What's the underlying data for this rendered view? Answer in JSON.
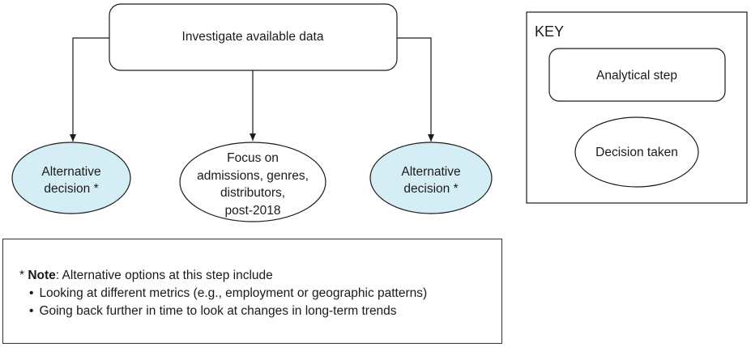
{
  "main_step": {
    "label": "Investigate available data"
  },
  "decisions": {
    "left": {
      "lines": [
        "Alternative",
        "decision *"
      ]
    },
    "center": {
      "lines": [
        "Focus on",
        "admissions, genres,",
        "distributors,",
        "post-2018"
      ]
    },
    "right": {
      "lines": [
        "Alternative",
        "decision *"
      ]
    }
  },
  "key": {
    "title": "KEY",
    "analytical_step": "Analytical step",
    "decision_taken": "Decision taken"
  },
  "note": {
    "asterisk": "* ",
    "bold_label": "Note",
    "intro": ": Alternative options at this step include",
    "items": [
      "Looking at different metrics (e.g., employment or geographic patterns)",
      "Going back further in time to look at changes in long-term trends"
    ]
  },
  "colors": {
    "alternative_fill": "#d5eef6",
    "chosen_fill": "#ffffff",
    "stroke": "#1a1a1a"
  }
}
